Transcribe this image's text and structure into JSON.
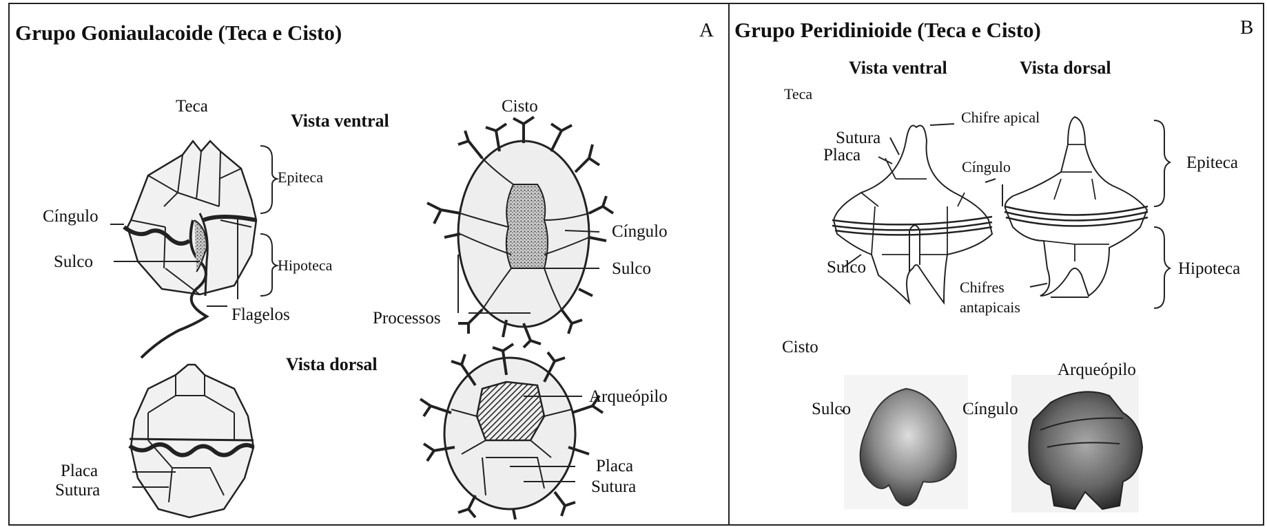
{
  "panel_a": {
    "title": "Grupo Goniaulacoide (Teca e Cisto)",
    "letter": "A",
    "teca_label": "Teca",
    "cisto_label": "Cisto",
    "vista_ventral": "Vista ventral",
    "vista_dorsal": "Vista dorsal",
    "labels": {
      "epiteca": "Epiteca",
      "cingulo_left": "Cíngulo",
      "sulco_left": "Sulco",
      "hipoteca": "Hipoteca",
      "flagelos": "Flagelos",
      "cingulo_right": "Cíngulo",
      "sulco_right": "Sulco",
      "processos": "Processos",
      "arqueopilo": "Arqueópilo",
      "placa_left": "Placa",
      "sutura_left": "Sutura",
      "placa_right": "Placa",
      "sutura_right": "Sutura"
    }
  },
  "panel_b": {
    "title": "Grupo Peridinioide (Teca e Cisto)",
    "letter": "B",
    "vista_ventral": "Vista ventral",
    "vista_dorsal": "Vista dorsal",
    "teca_label": "Teca",
    "cisto_label": "Cisto",
    "labels": {
      "chifre_apical": "Chifre apical",
      "sutura": "Sutura",
      "placa": "Placa",
      "cingulo": "Cíngulo",
      "epiteca": "Epiteca",
      "sulco": "Sulco",
      "chifres": "Chifres",
      "antapicais": "antapicais",
      "hipoteca": "Hipoteca",
      "arqueopilo": "Arqueópilo",
      "sulco_cisto": "Sulco",
      "cingulo_cisto": "Cíngulo"
    }
  }
}
